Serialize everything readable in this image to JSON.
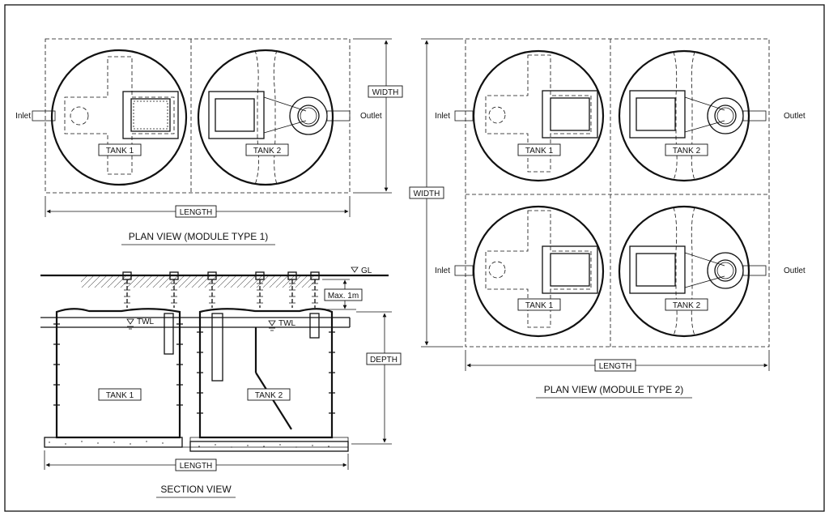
{
  "labels": {
    "inlet": "Inlet",
    "outlet": "Outlet",
    "tank1": "TANK 1",
    "tank2": "TANK 2",
    "width": "WIDTH",
    "length": "LENGTH",
    "depth": "DEPTH",
    "twl": "TWL",
    "gl": "GL",
    "max_depth": "Max. 1m"
  },
  "titles": {
    "plan_type1": "PLAN VIEW (MODULE TYPE 1)",
    "plan_type2": "PLAN VIEW (MODULE TYPE 2)",
    "section": "SECTION VIEW"
  }
}
